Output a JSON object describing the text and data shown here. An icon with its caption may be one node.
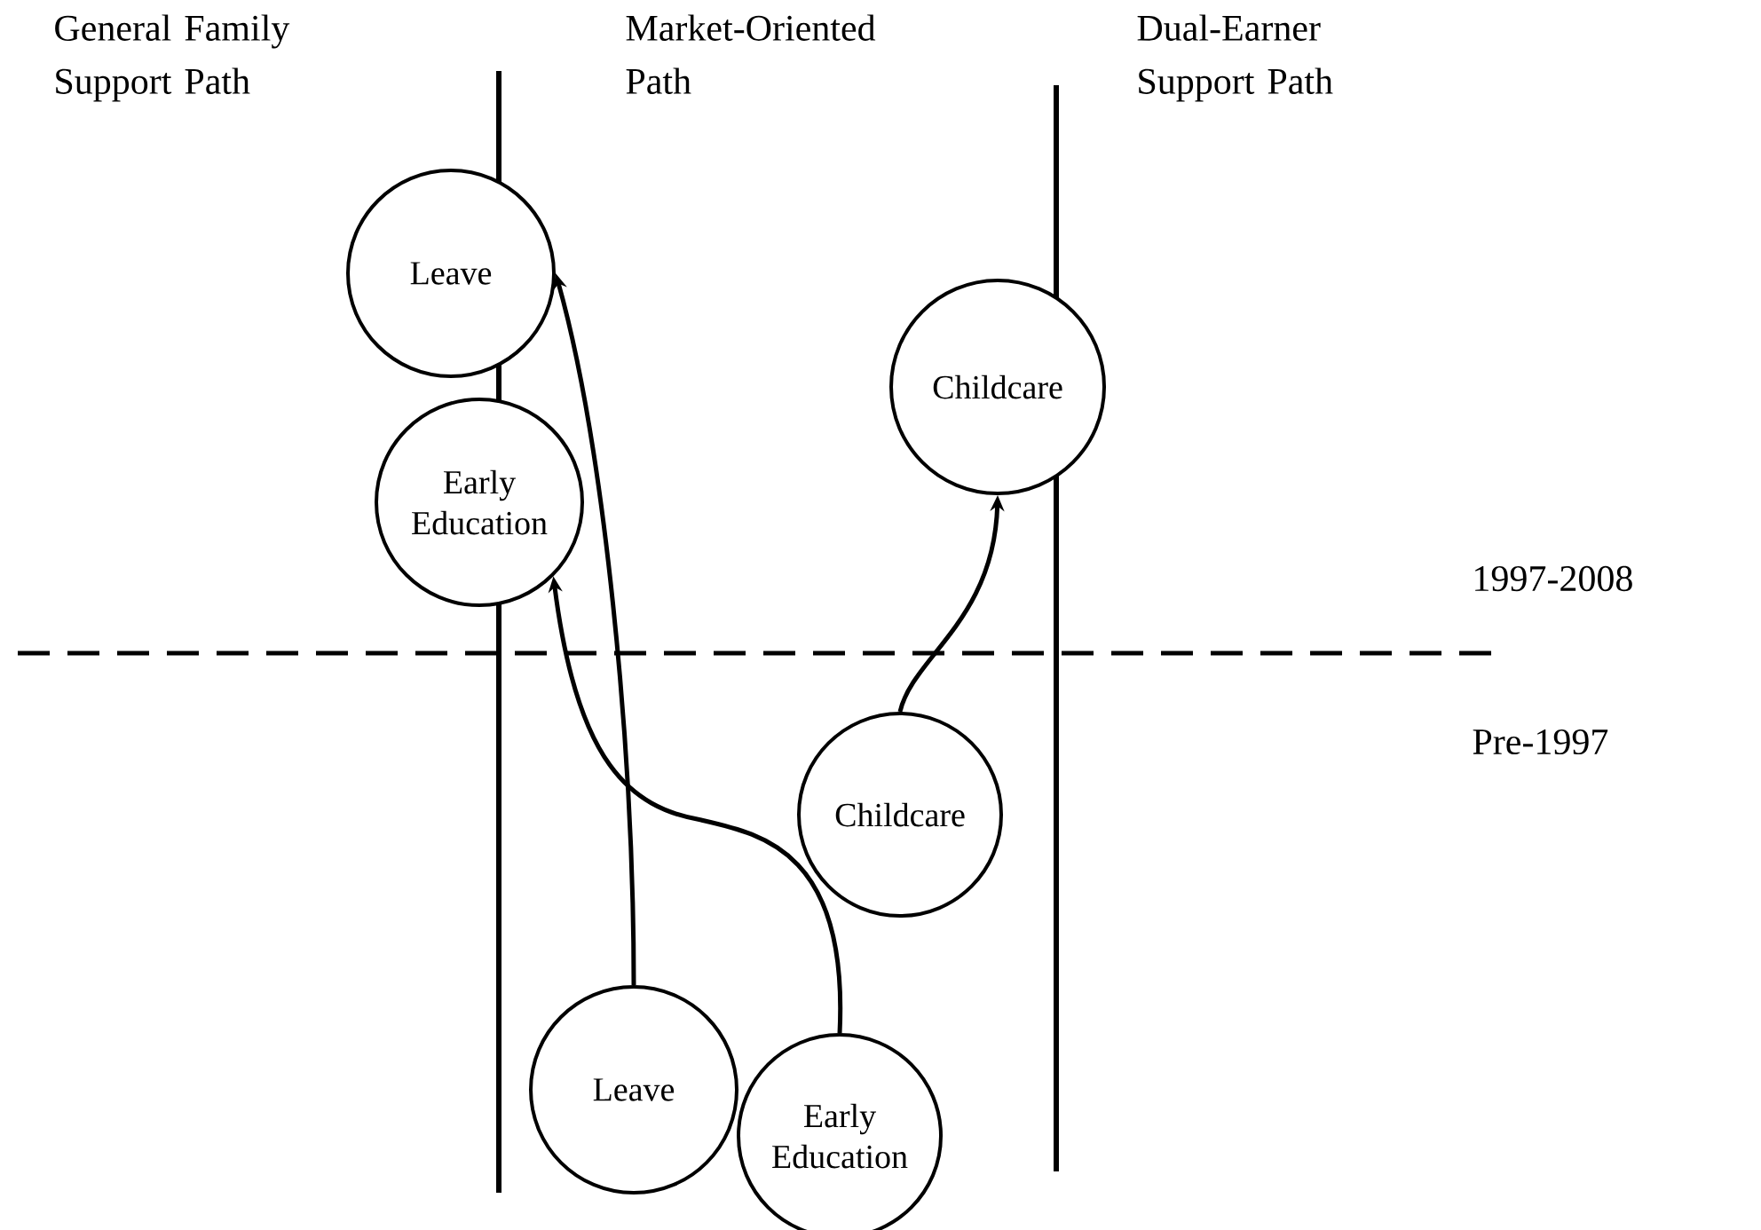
{
  "diagram": {
    "nodes": [
      {
        "text": [
          "Leave"
        ]
      },
      {
        "text": [
          "Early Education"
        ]
      },
      {
        "text": [
          "Childcare"
        ]
      },
      {
        "text": [
          "Childcare"
        ]
      },
      {
        "text": [
          "Leave"
        ]
      },
      {
        "text": [
          "Early Education"
        ]
      }
    ],
    "edges": [
      {
        "from": 4,
        "to": 0,
        "arrow": "to"
      },
      {
        "from": 5,
        "to": 1,
        "arrow": "to"
      },
      {
        "from": 3,
        "to": 2,
        "arrow": "to"
      }
    ],
    "labels": [
      "General Family Support Path",
      "Market-Oriented Path",
      "Dual-Earner Support Path",
      "1997-2008",
      "Pre-1997"
    ]
  }
}
